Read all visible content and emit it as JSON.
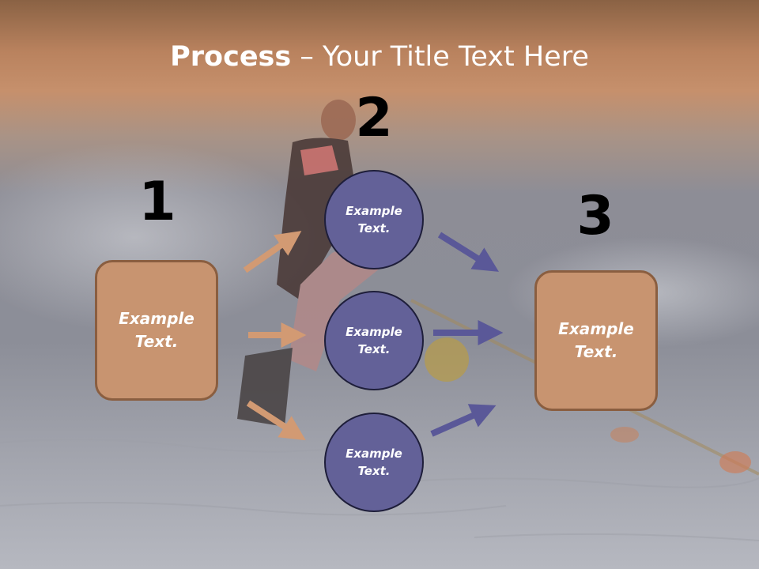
{
  "slide": {
    "title_bold": "Process",
    "title_rest": " – Your Title Text Here"
  },
  "steps": {
    "step1_number": "1",
    "step2_number": "2",
    "step3_number": "3"
  },
  "nodes": {
    "left_box_text": "Example Text.",
    "circle_top_text": "Example Text.",
    "circle_middle_text": "Example Text.",
    "circle_bottom_text": "Example Text.",
    "right_box_text": "Example Text."
  },
  "colors": {
    "box_fill": "#c89470",
    "circle_fill": "#636198",
    "left_arrows": "#d29a73",
    "right_arrows": "#5a5898"
  }
}
